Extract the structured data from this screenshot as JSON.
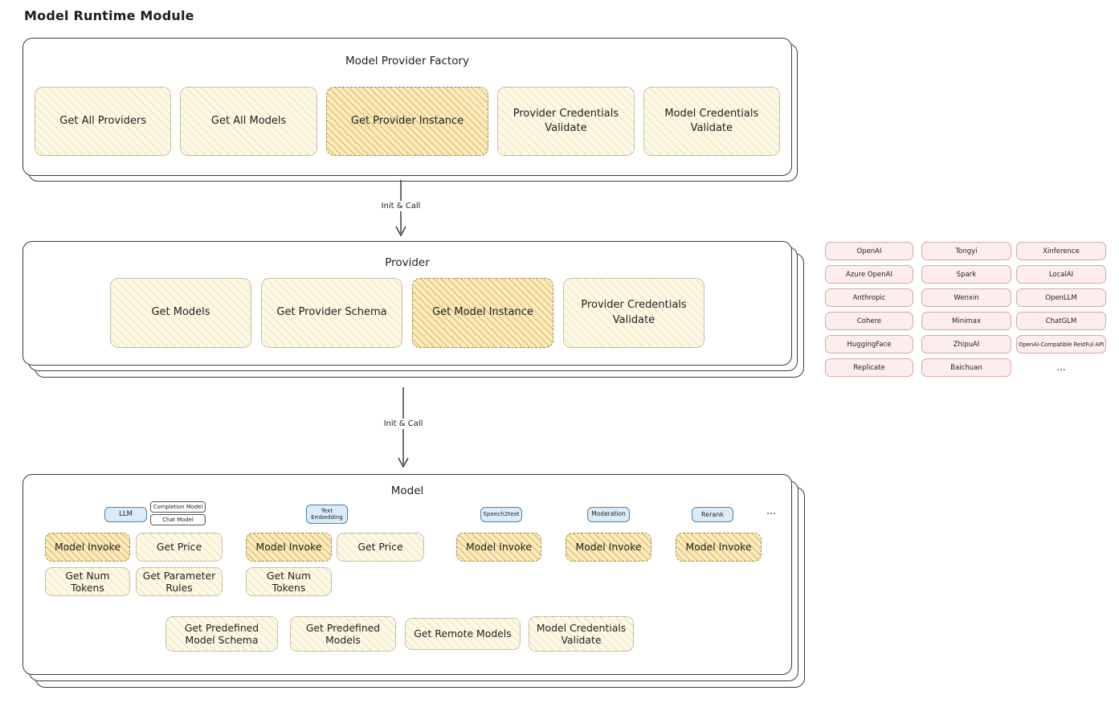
{
  "page_title": "Model Runtime Module",
  "colors": {
    "yellow_fill": "#fdf9e8",
    "yellow_highlight_fill": "#f9ecc4",
    "pink_fill": "#fdedec",
    "blue_fill": "#daecf9",
    "stroke": "#3c3c3c"
  },
  "arrow1": {
    "label": "Init & Call"
  },
  "arrow2": {
    "label": "Init & Call"
  },
  "factory": {
    "title": "Model Provider Factory",
    "methods": [
      {
        "label": "Get All Providers",
        "highlight": false
      },
      {
        "label": "Get All Models",
        "highlight": false
      },
      {
        "label": "Get Provider Instance",
        "highlight": true
      },
      {
        "label": "Provider Credentials Validate",
        "highlight": false
      },
      {
        "label": "Model Credentials Validate",
        "highlight": false
      }
    ]
  },
  "provider": {
    "title": "Provider",
    "methods": [
      {
        "label": "Get Models",
        "highlight": false
      },
      {
        "label": "Get Provider Schema",
        "highlight": false
      },
      {
        "label": "Get Model Instance",
        "highlight": true
      },
      {
        "label": "Provider Credentials Validate",
        "highlight": false
      }
    ]
  },
  "provider_list": {
    "col1": [
      "OpenAI",
      "Azure OpenAI",
      "Anthropic",
      "Cohere",
      "HuggingFace",
      "Replicate"
    ],
    "col2": [
      "Tongyi",
      "Spark",
      "Wenxin",
      "Minimax",
      "ZhipuAI",
      "Baichuan"
    ],
    "col3": [
      "Xinference",
      "LocalAI",
      "OpenLLM",
      "ChatGLM",
      "OpenAI-Compatible RestFul API"
    ],
    "ellipsis": "..."
  },
  "model": {
    "title": "Model",
    "tags": {
      "llm": "LLM",
      "completion_model": "Completion Model",
      "chat_model": "Chat Model",
      "text_embedding": "Text Embedding",
      "speech2text": "Speech2text",
      "moderation": "Moderation",
      "rerank": "Rerank",
      "ellipsis": "..."
    },
    "row1": [
      {
        "label": "Model Invoke",
        "highlight": true
      },
      {
        "label": "Get Price",
        "highlight": false
      },
      {
        "label": "Model Invoke",
        "highlight": true
      },
      {
        "label": "Get Price",
        "highlight": false
      },
      {
        "label": "Model Invoke",
        "highlight": true
      },
      {
        "label": "Model Invoke",
        "highlight": true
      },
      {
        "label": "Model Invoke",
        "highlight": true
      }
    ],
    "row2": [
      {
        "label": "Get Num Tokens"
      },
      {
        "label": "Get Parameter Rules"
      },
      {
        "label": "Get Num Tokens"
      }
    ],
    "row3": [
      {
        "label": "Get Predefined Model Schema"
      },
      {
        "label": "Get Predefined Models"
      },
      {
        "label": "Get Remote Models"
      },
      {
        "label": "Model Credentials Validate"
      }
    ]
  }
}
